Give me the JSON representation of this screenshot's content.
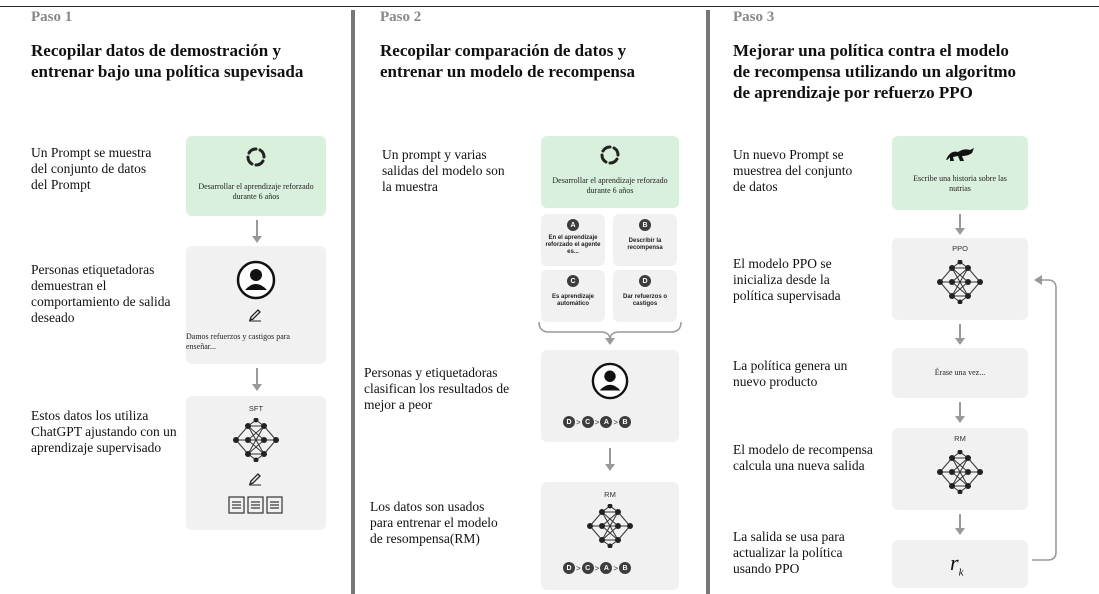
{
  "step1": {
    "label": "Paso 1",
    "title_line1": "Recopilar datos de demostración y",
    "title_line2": "entrenar bajo una política supevisada",
    "desc1": "Un Prompt se muestra del conjunto de datos del Prompt",
    "card1_text": "Desarrollar el aprendizaje reforzado durante 6 años",
    "desc2": "Personas etiquetadoras demuestran el comportamiento de salida deseado",
    "card2_text": "Damos refuerzos y castigos para enseñar...",
    "desc3": "Estos datos los utiliza ChatGPT ajustando con un aprendizaje supervisado",
    "card3_label": "SFT"
  },
  "step2": {
    "label": "Paso 2",
    "title_line1": "Recopilar comparación de datos y",
    "title_line2": "entrenar un modelo de recompensa",
    "desc1": "Un prompt y varias salidas del modelo son la muestra",
    "card1_text": "Desarrollar el aprendizaje reforzado durante 6 años",
    "options": [
      {
        "letter": "A",
        "text": "En el aprendizaje reforzado el agente es..."
      },
      {
        "letter": "B",
        "text": "Describir la recompensa"
      },
      {
        "letter": "C",
        "text": "Es aprendizaje automático"
      },
      {
        "letter": "D",
        "text": "Dar refuerzos o castigos"
      }
    ],
    "desc2": "Personas y etiquetadoras clasifican los resultados de mejor a peor",
    "ranking": [
      "D",
      "C",
      "A",
      "B"
    ],
    "desc3": "Los datos son usados para entrenar el modelo de resompensa(RM)",
    "card3_label": "RM"
  },
  "step3": {
    "label": "Paso 3",
    "title_line1": "Mejorar una política contra el modelo",
    "title_line2": "de recompensa utilizando un  algoritmo",
    "title_line3": "de aprendizaje por refuerzo PPO",
    "desc1": "Un nuevo Prompt se muestrea del conjunto de datos",
    "card1_text": "Escribe una historia sobre las nutrias",
    "desc2": "El modelo PPO se inicializa desde la política supervisada",
    "card2_label": "PPO",
    "desc3": "La política genera un nuevo producto",
    "card3_text": "Érase una vez...",
    "desc4": "El modelo de recompensa calcula una nueva salida",
    "card4_label": "RM",
    "desc5": "La salida se usa para actualizar la política usando PPO",
    "reward_symbol": "r",
    "reward_subscript": "k"
  },
  "colors": {
    "accent_green": "#d9f1dc",
    "card_gray": "#f1f1f1",
    "divider": "#777777"
  }
}
